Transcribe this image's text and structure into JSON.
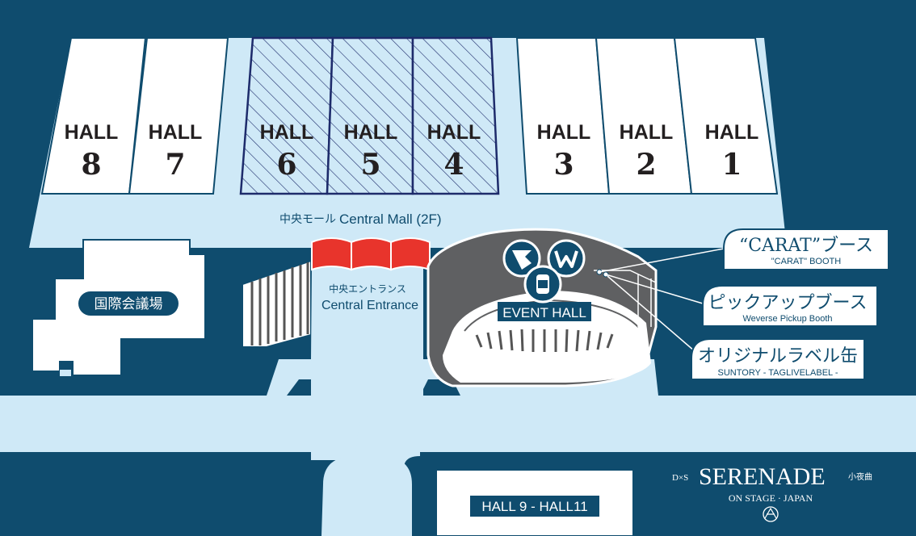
{
  "halls": {
    "hall_word": "HALL",
    "numbers": {
      "h1": "1",
      "h2": "2",
      "h3": "3",
      "h4": "4",
      "h5": "5",
      "h6": "6",
      "h7": "7",
      "h8": "8"
    }
  },
  "central_mall": {
    "jp": "中央モール",
    "en": "Central Mall (2F)"
  },
  "central_entrance": {
    "jp": "中央エントランス",
    "en": "Central Entrance"
  },
  "international_center": {
    "label": "国際会議場"
  },
  "event_hall": {
    "label": "EVENT HALL"
  },
  "hall_9_11": {
    "label": "HALL 9 - HALL11"
  },
  "callouts": {
    "carat": {
      "main": "“CARAT”ブース",
      "sub": "\"CARAT\" BOOTH"
    },
    "weverse": {
      "main": "ピックアップブース",
      "sub": "Weverse Pickup Booth"
    },
    "suntory": {
      "main": "オリジナルラベル缶",
      "sub": "SUNTORY  - TAGLIVELABEL -"
    }
  },
  "logo": {
    "prefix": "D×S",
    "title": "SERENADE",
    "jp": "小夜曲",
    "subtitle": "ON STAGE · JAPAN"
  },
  "icons": {
    "carat": "carat-logo-icon",
    "weverse": "weverse-logo-icon",
    "can": "can-icon"
  },
  "colors": {
    "background": "#0f4c6e",
    "corridor": "#cfe9f7",
    "hall_fill": "#ffffff",
    "highlight_outline": "#1d2b6b",
    "entrance_red": "#e8342c",
    "event_hall": "#5f6062"
  }
}
